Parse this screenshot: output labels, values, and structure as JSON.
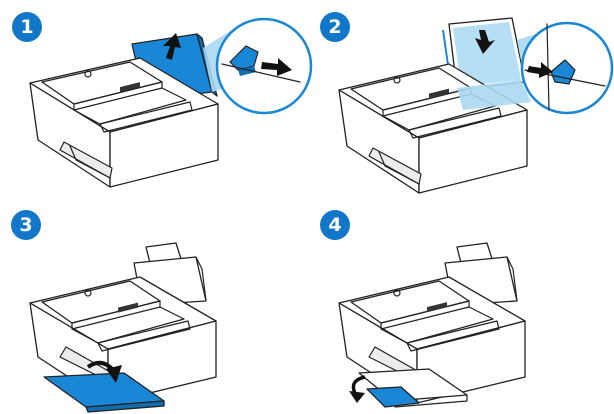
{
  "steps": [
    {
      "number": "1"
    },
    {
      "number": "2"
    },
    {
      "number": "3"
    },
    {
      "number": "4"
    }
  ],
  "colors": {
    "accent": "#1a87d6",
    "accent_light": "#a9d8f2",
    "badge": "#1377c9",
    "outline": "#222222"
  },
  "icons": [
    "arrow-up-icon",
    "arrow-left-icon",
    "arrow-down-icon",
    "arrow-curved-icon"
  ]
}
